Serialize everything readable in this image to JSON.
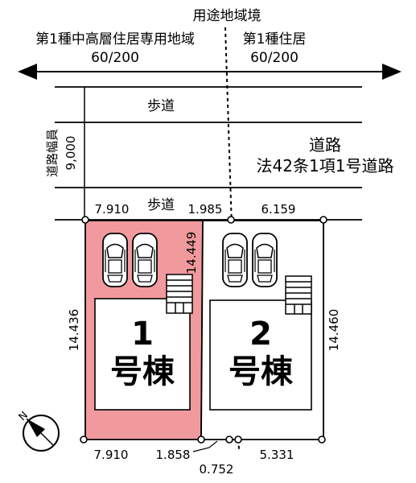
{
  "zoning": {
    "boundary_label": "用途地域境",
    "left_zone": {
      "name": "第1種中高層住居専用地域",
      "ratio": "60/200"
    },
    "right_zone": {
      "name": "第1種住居",
      "ratio": "60/200"
    }
  },
  "road": {
    "sidewalk_label": "歩道",
    "road_label": "道路",
    "road_type": "法42条1項1号道路",
    "width_label": "道路幅員",
    "width_value": "9,000"
  },
  "buildings": [
    {
      "number": "1",
      "suffix": "号棟",
      "color": "#f19a9e"
    },
    {
      "number": "2",
      "suffix": "号棟",
      "color": "#ffffff"
    }
  ],
  "dimensions": {
    "top_lot1": "7.910",
    "top_corner": "1.985",
    "top_lot2": "6.159",
    "divider": "14.449",
    "left_side": "14.436",
    "right_side": "14.460",
    "bottom_lot1": "7.910",
    "bottom_a": "1.858",
    "bottom_b": "0.752",
    "bottom_lot2": "5.331"
  },
  "compass": {
    "label": "N",
    "icon": "north-arrow-icon"
  }
}
